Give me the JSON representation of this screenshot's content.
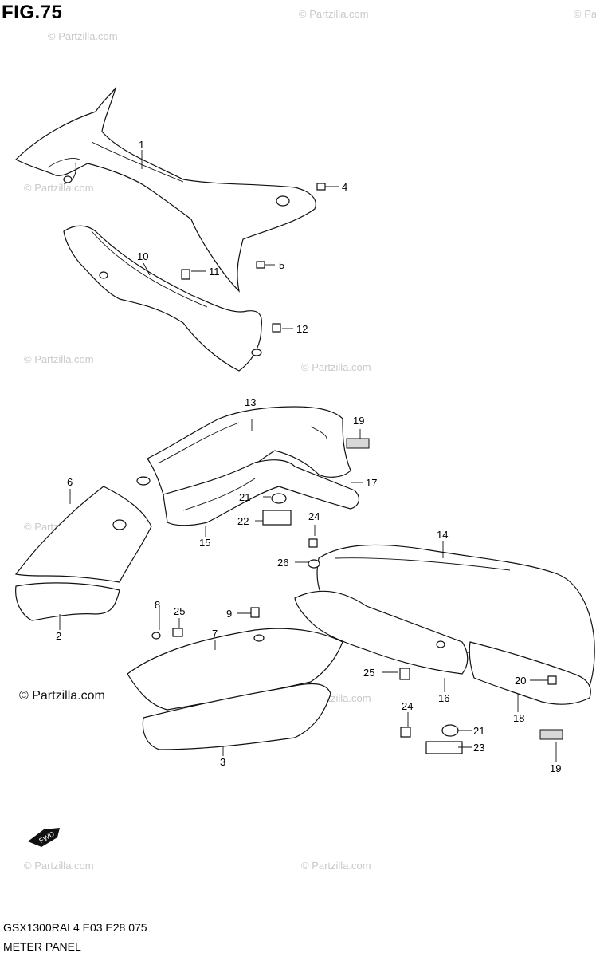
{
  "figure": {
    "title": "FIG.75",
    "model_line": "GSX1300RAL4  E03  E28  075",
    "caption": "METER PANEL",
    "copyright": "© Partzilla.com",
    "watermark": "© Partzilla.com",
    "fwd_label": "FWD"
  },
  "callouts": [
    {
      "id": "1",
      "label": "1"
    },
    {
      "id": "4",
      "label": "4"
    },
    {
      "id": "10",
      "label": "10"
    },
    {
      "id": "11",
      "label": "11"
    },
    {
      "id": "5",
      "label": "5"
    },
    {
      "id": "12",
      "label": "12"
    },
    {
      "id": "13",
      "label": "13"
    },
    {
      "id": "19a",
      "label": "19"
    },
    {
      "id": "17",
      "label": "17"
    },
    {
      "id": "6",
      "label": "6"
    },
    {
      "id": "21a",
      "label": "21"
    },
    {
      "id": "22",
      "label": "22"
    },
    {
      "id": "24a",
      "label": "24"
    },
    {
      "id": "15",
      "label": "15"
    },
    {
      "id": "14",
      "label": "14"
    },
    {
      "id": "26",
      "label": "26"
    },
    {
      "id": "2",
      "label": "2"
    },
    {
      "id": "8",
      "label": "8"
    },
    {
      "id": "25a",
      "label": "25"
    },
    {
      "id": "9",
      "label": "9"
    },
    {
      "id": "7",
      "label": "7"
    },
    {
      "id": "25b",
      "label": "25"
    },
    {
      "id": "16",
      "label": "16"
    },
    {
      "id": "20",
      "label": "20"
    },
    {
      "id": "18",
      "label": "18"
    },
    {
      "id": "24b",
      "label": "24"
    },
    {
      "id": "21b",
      "label": "21"
    },
    {
      "id": "23",
      "label": "23"
    },
    {
      "id": "3",
      "label": "3"
    },
    {
      "id": "19b",
      "label": "19"
    }
  ]
}
